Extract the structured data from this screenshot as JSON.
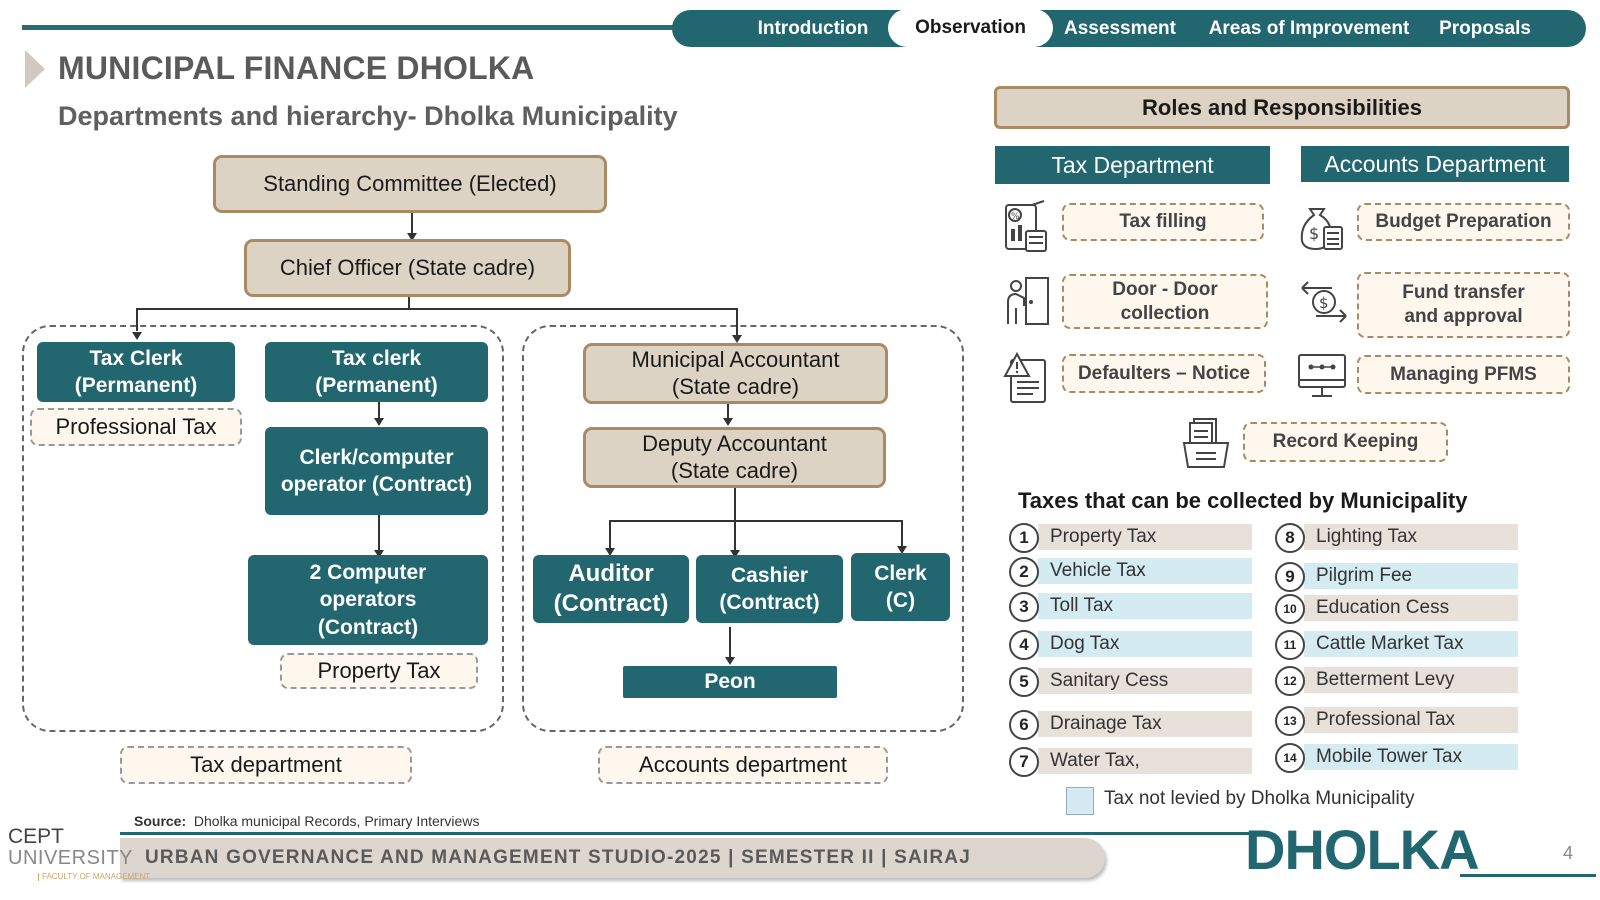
{
  "nav": {
    "items": [
      "Introduction",
      "Observation",
      "Assessment",
      "Areas of Improvement",
      "Proposals"
    ],
    "active": "Observation"
  },
  "title": "MUNICIPAL FINANCE DHOLKA",
  "subtitle": "Departments and hierarchy- Dholka Municipality",
  "org": {
    "standing_committee": "Standing Committee (Elected)",
    "chief_officer": "Chief Officer (State cadre)",
    "tax_clerk_1": "Tax Clerk (Permanent)",
    "professional_tax": "Professional Tax",
    "tax_clerk_2": "Tax clerk (Permanent)",
    "clerk_operator": "Clerk/computer operator (Contract)",
    "computer_operators": "2 Computer operators (Contract)",
    "property_tax": "Property Tax",
    "municipal_accountant": "Municipal Accountant (State cadre)",
    "deputy_accountant": "Deputy Accountant (State cadre)",
    "auditor": "Auditor (Contract)",
    "cashier": "Cashier (Contract)",
    "clerk_c": "Clerk (C)",
    "peon": "Peon",
    "tax_department_label": "Tax department",
    "accounts_department_label": "Accounts department"
  },
  "roles": {
    "header": "Roles and Responsibilities",
    "tax_dept": "Tax Department",
    "accounts_dept": "Accounts Department",
    "tax_tasks": [
      "Tax filling",
      "Door - Door collection",
      "Defaulters – Notice"
    ],
    "accounts_tasks": [
      "Budget Preparation",
      "Fund transfer and approval",
      "Managing PFMS"
    ],
    "record_keeping": "Record Keeping"
  },
  "taxes": {
    "title": "Taxes that can be collected by Municipality",
    "left": [
      {
        "num": "1",
        "name": "Property Tax",
        "levied": true
      },
      {
        "num": "2",
        "name": "Vehicle Tax",
        "levied": false
      },
      {
        "num": "3",
        "name": "Toll Tax",
        "levied": false
      },
      {
        "num": "4",
        "name": "Dog Tax",
        "levied": false
      },
      {
        "num": "5",
        "name": "Sanitary Cess",
        "levied": true
      },
      {
        "num": "6",
        "name": "Drainage Tax",
        "levied": true
      },
      {
        "num": "7",
        "name": "Water Tax,",
        "levied": true
      }
    ],
    "right": [
      {
        "num": "8",
        "name": "Lighting Tax",
        "levied": true
      },
      {
        "num": "9",
        "name": "Pilgrim Fee",
        "levied": false
      },
      {
        "num": "10",
        "name": "Education Cess",
        "levied": true
      },
      {
        "num": "11",
        "name": "Cattle Market Tax",
        "levied": false
      },
      {
        "num": "12",
        "name": "Betterment Levy",
        "levied": true
      },
      {
        "num": "13",
        "name": "Professional Tax",
        "levied": true
      },
      {
        "num": "14",
        "name": "Mobile Tower Tax",
        "levied": false
      }
    ],
    "legend": "Tax not levied by Dholka Municipality"
  },
  "source_label": "Source:",
  "source_text": "Dholka municipal Records, Primary Interviews",
  "footer": {
    "studio": "URBAN GOVERNANCE AND MANAGEMENT STUDIO-2025 | SEMESTER II | SAIRAJ",
    "city": "DHOLKA",
    "page": "4",
    "logo_line1": "CEPT",
    "logo_line2": "UNIVERSITY",
    "logo_line3": "FACULTY OF MANAGEMENT"
  },
  "colors": {
    "teal": "#226770",
    "beige": "#ddd3c4",
    "beige_border": "#a98a63",
    "not_levied": "#d3ebf1",
    "levied": "#e8e1da"
  }
}
